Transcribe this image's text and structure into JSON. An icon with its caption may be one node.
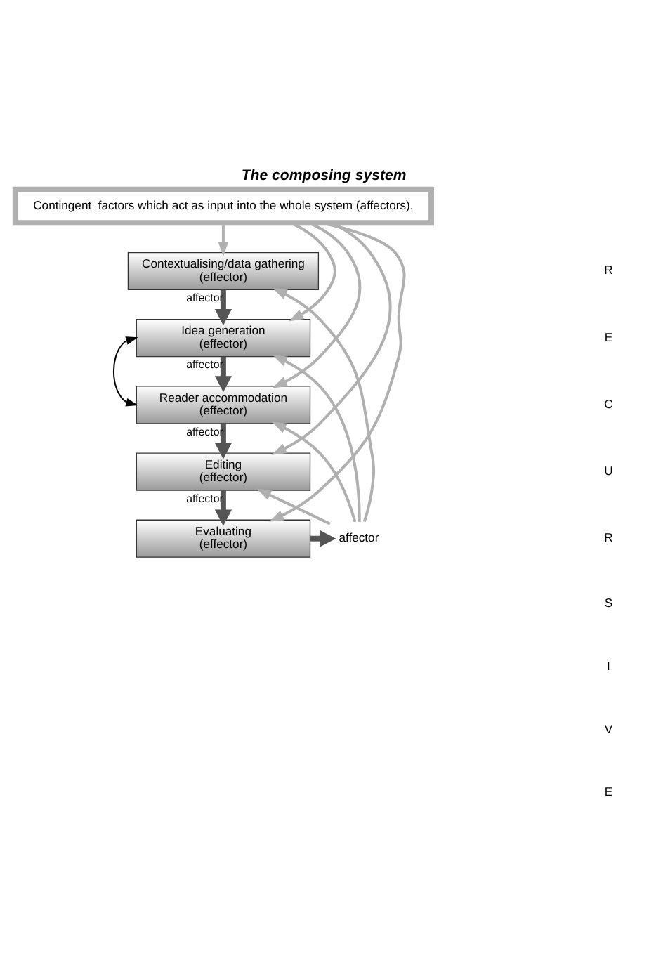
{
  "diagram": {
    "title": "The composing system",
    "nodes": [
      {
        "text": [
          "Contingent  factors which act as input into the whole system (affectors)."
        ]
      },
      {
        "text": [
          "Contextualising/data gathering",
          "(effector)"
        ]
      },
      {
        "text": [
          "Idea generation",
          "(effector)"
        ]
      },
      {
        "text": [
          "Reader accommodation",
          "(effector)"
        ]
      },
      {
        "text": [
          "Editing",
          "(effector)"
        ]
      },
      {
        "text": [
          "Evaluating",
          "(effector)"
        ]
      },
      {
        "text": [
          "affector"
        ]
      }
    ],
    "edges": [
      {
        "from": 0,
        "to": 1,
        "arrow": "to"
      },
      {
        "from": 0,
        "to": 2,
        "arrow": "to"
      },
      {
        "from": 0,
        "to": 3,
        "arrow": "to"
      },
      {
        "from": 0,
        "to": 4,
        "arrow": "to"
      },
      {
        "from": 0,
        "to": 5,
        "arrow": "to"
      },
      {
        "from": 1,
        "to": 2,
        "arrow": "to",
        "label": "affector",
        "style": "thick",
        "color": "#555555"
      },
      {
        "from": 2,
        "to": 3,
        "arrow": "to",
        "label": "affector",
        "style": "thick",
        "color": "#555555"
      },
      {
        "from": 3,
        "to": 4,
        "arrow": "to",
        "label": "affector",
        "style": "thick",
        "color": "#555555"
      },
      {
        "from": 4,
        "to": 5,
        "arrow": "to",
        "label": "affector",
        "style": "thick",
        "color": "#555555"
      },
      {
        "from": 5,
        "to": 6,
        "arrow": "to",
        "style": "thick",
        "color": "#555555"
      },
      {
        "from": 6,
        "to": 1,
        "arrow": "to"
      },
      {
        "from": 6,
        "to": 2,
        "arrow": "to"
      },
      {
        "from": 6,
        "to": 3,
        "arrow": "to"
      },
      {
        "from": 6,
        "to": 4,
        "arrow": "to"
      },
      {
        "from": 2,
        "to": 3,
        "arrow": "both",
        "color": "#000000"
      }
    ],
    "labels": [
      "R",
      "E",
      "C",
      "U",
      "R",
      "S",
      "I",
      "V",
      "E"
    ]
  }
}
